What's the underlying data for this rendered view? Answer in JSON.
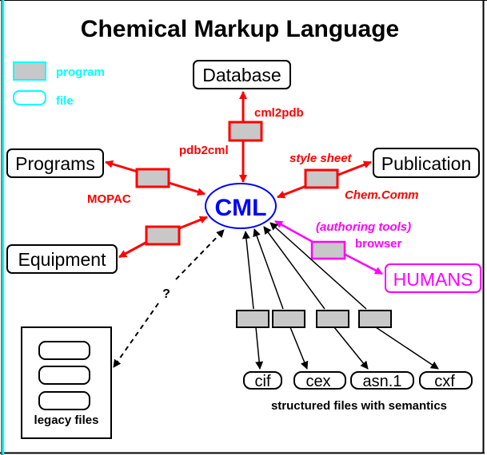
{
  "title": "Chemical Markup Language",
  "legend": {
    "program_label": "program",
    "file_label": "file"
  },
  "center": {
    "label": "CML"
  },
  "nodes": {
    "database": "Database",
    "programs": "Programs",
    "equipment": "Equipment",
    "publication": "Publication",
    "humans": "HUMANS",
    "legacy": "legacy files"
  },
  "edge_labels": {
    "cml2pdb": "cml2pdb",
    "pdb2cml": "pdb2cml",
    "mopac": "MOPAC",
    "style_sheet": "style sheet",
    "chem_comm": "Chem.Comm",
    "authoring_tools": "(authoring tools)",
    "browser": "browser",
    "question": "?"
  },
  "structured_files": {
    "items": [
      "cif",
      "cex",
      "asn.1",
      "cxf"
    ],
    "caption": "structured files with semantics"
  },
  "colors": {
    "red": "#ff0000",
    "magenta": "#ff00ff",
    "blue": "#0000ff",
    "cyan": "#00ffff",
    "gray_fill": "#c8c8c8",
    "black": "#000000"
  }
}
